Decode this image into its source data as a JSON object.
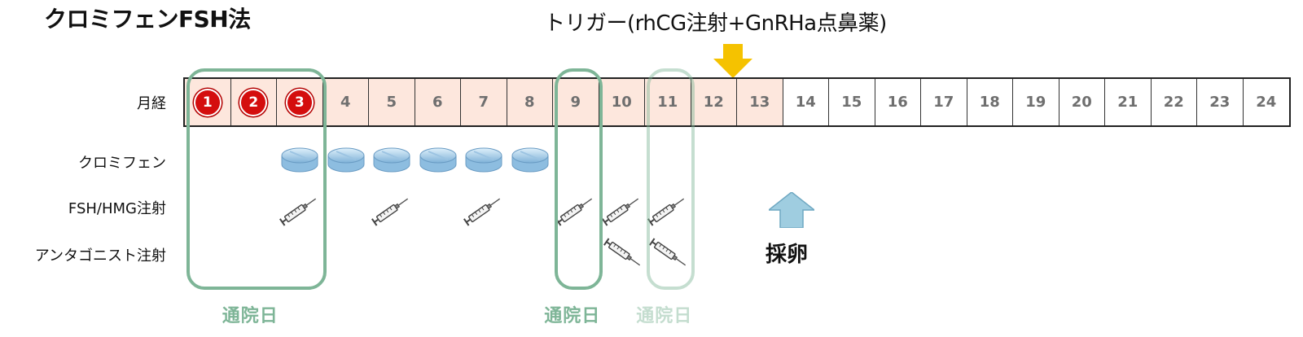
{
  "title": "クロミフェンFSH法",
  "trigger_label": "トリガー(rhCG注射+GnRHa点鼻薬)",
  "row_labels": {
    "cycle_day": "月経",
    "clomiphene": "クロミフェン",
    "fsh_hmg": "FSH/HMG注射",
    "antagonist": "アンタゴニスト注射"
  },
  "days": [
    "1",
    "2",
    "3",
    "4",
    "5",
    "6",
    "7",
    "8",
    "9",
    "10",
    "11",
    "12",
    "13",
    "14",
    "15",
    "16",
    "17",
    "18",
    "19",
    "20",
    "21",
    "22",
    "23",
    "24"
  ],
  "menstruation_days": [
    "1",
    "2",
    "3"
  ],
  "pink_days_through": "13",
  "clomiphene_days": [
    "3",
    "4",
    "5",
    "6",
    "7",
    "8"
  ],
  "fsh_hmg_days": [
    "3",
    "5",
    "7",
    "9",
    "10",
    "11"
  ],
  "antagonist_days": [
    "10",
    "11"
  ],
  "trigger_between_days": [
    "12",
    "13"
  ],
  "egg_retrieval_day": "14",
  "egg_retrieval_label": "採卵",
  "visit_days": [
    {
      "label": "通院日",
      "days": [
        "1",
        "2",
        "3"
      ],
      "opacity": 1
    },
    {
      "label": "通院日",
      "days": [
        "9"
      ],
      "opacity": 1
    },
    {
      "label": "通院日",
      "days": [
        "11"
      ],
      "opacity": 0.45
    }
  ],
  "colors": {
    "menstruation_badge": "#d40e0e",
    "pink_cell": "#fde7dd",
    "visit_box": "#7eb597",
    "trigger_arrow": "#f5c200",
    "egg_arrow": "#9fcde0"
  },
  "icons": {
    "pill": "pill-icon",
    "syringe": "syringe-icon",
    "trigger_arrow": "down-arrow-icon",
    "egg_arrow": "up-arrow-icon"
  }
}
